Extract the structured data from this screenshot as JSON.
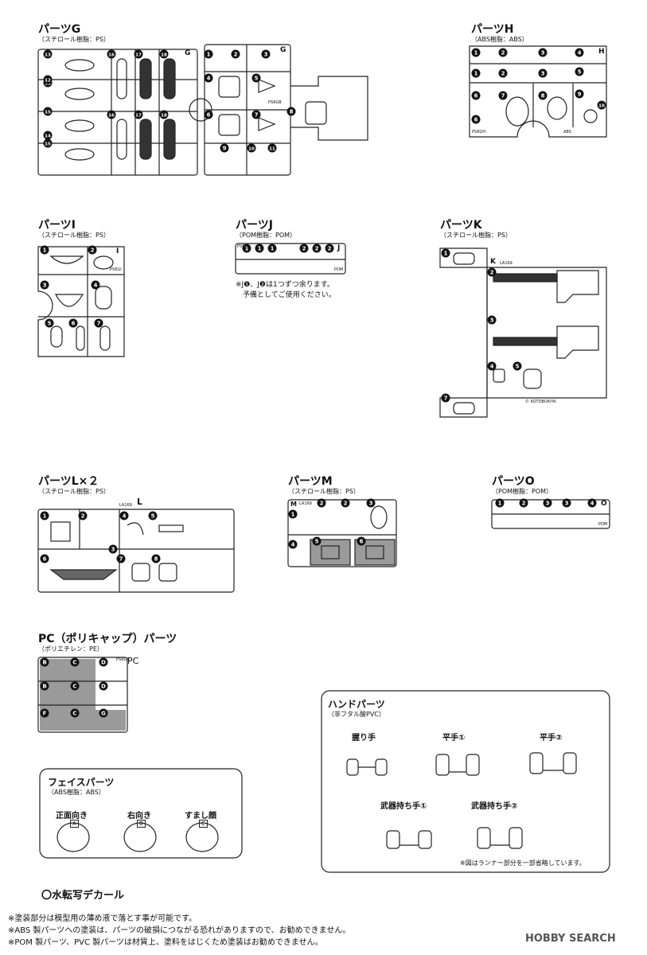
{
  "parts": {
    "g": {
      "title": "パーツG",
      "material": "（スチロール樹脂：PS）",
      "letter": "G",
      "code": "PS6GB"
    },
    "h": {
      "title": "パーツH",
      "material": "（ABS樹脂：ABS）",
      "letter": "H",
      "code_a": "PS6GH",
      "code_b": "ABS"
    },
    "i": {
      "title": "パーツI",
      "material": "（スチロール樹脂：PS）",
      "letter": "I",
      "code": "PS6GI"
    },
    "j": {
      "title": "パーツJ",
      "material": "（POM樹脂：POM）",
      "letter": "J",
      "code": "PS6GJ",
      "code_b": "POM",
      "note_1": "※J❶、J❷は1つずつ余ります。",
      "note_2": "予備としてご使用ください。"
    },
    "k": {
      "title": "パーツK",
      "material": "（スチロール樹脂：PS）",
      "letter": "K",
      "code": "LA169",
      "copyright": "© KOTOBUKIYA"
    },
    "l": {
      "title": "パーツL×２",
      "material": "（スチロール樹脂：PS）",
      "letter": "L",
      "code": "LA169"
    },
    "m": {
      "title": "パーツM",
      "material": "（スチロール樹脂：PS）",
      "letter": "M",
      "code": "LA169"
    },
    "o": {
      "title": "パーツO",
      "material": "（POM樹脂：POM）",
      "letter": "O",
      "code": "POM"
    },
    "pc": {
      "title": "PC（ポリキャップ）パーツ",
      "material": "（ポリエチレン：PE）",
      "letter": "PC",
      "code": "PS6GB"
    }
  },
  "hand": {
    "title": "ハンドパーツ",
    "material": "（非フタル酸PVC）",
    "labels": [
      "握り手",
      "平手①",
      "平手②",
      "武器持ち手①",
      "武器持ち手②"
    ],
    "note": "※図はランナー部分を一部省略しています。"
  },
  "face": {
    "title": "フェイスパーツ",
    "material": "（ABS樹脂：ABS）",
    "labels": [
      "正面向き",
      "右向き",
      "すまし顔"
    ],
    "letters": [
      "A",
      "B",
      "C"
    ]
  },
  "decal": "〇水転写デカール",
  "footer": [
    "※塗装部分は模型用の薄め液で落とす事が可能です。",
    "※ABS 製パーツへの塗装は、パーツの破損につながる恐れがありますので、お勧めできません。",
    "※POM 製パーツ、PVC 製パーツは材質上、塗料をはじくため塗装はお勧めできません。"
  ],
  "watermark": "HOBBY SEARCH",
  "numbers": {
    "g": [
      "13",
      "16",
      "17",
      "18",
      "13",
      "12",
      "15",
      "16",
      "17",
      "18",
      "14",
      "15",
      "1",
      "2",
      "3",
      "4",
      "5",
      "6",
      "7",
      "8",
      "9",
      "10",
      "11"
    ],
    "h": [
      "1",
      "2",
      "3",
      "4",
      "1",
      "2",
      "3",
      "5",
      "6",
      "7",
      "8",
      "9",
      "6",
      "10"
    ],
    "i": [
      "1",
      "2",
      "3",
      "4",
      "5",
      "6",
      "7"
    ],
    "j": [
      "1",
      "1",
      "1",
      "2",
      "2",
      "2"
    ],
    "k": [
      "1",
      "2",
      "3",
      "4",
      "5",
      "7"
    ],
    "l": [
      "1",
      "2",
      "3",
      "4",
      "5",
      "6",
      "7",
      "8"
    ],
    "m": [
      "1",
      "2",
      "2",
      "3",
      "4",
      "5",
      "6"
    ],
    "o": [
      "1",
      "2",
      "3",
      "3",
      "4"
    ],
    "pc": [
      "B",
      "C",
      "D",
      "B",
      "C",
      "D",
      "F",
      "C",
      "G"
    ]
  },
  "colors": {
    "line": "#222222",
    "shade": "#9a9a9a",
    "badge": "#111111"
  }
}
